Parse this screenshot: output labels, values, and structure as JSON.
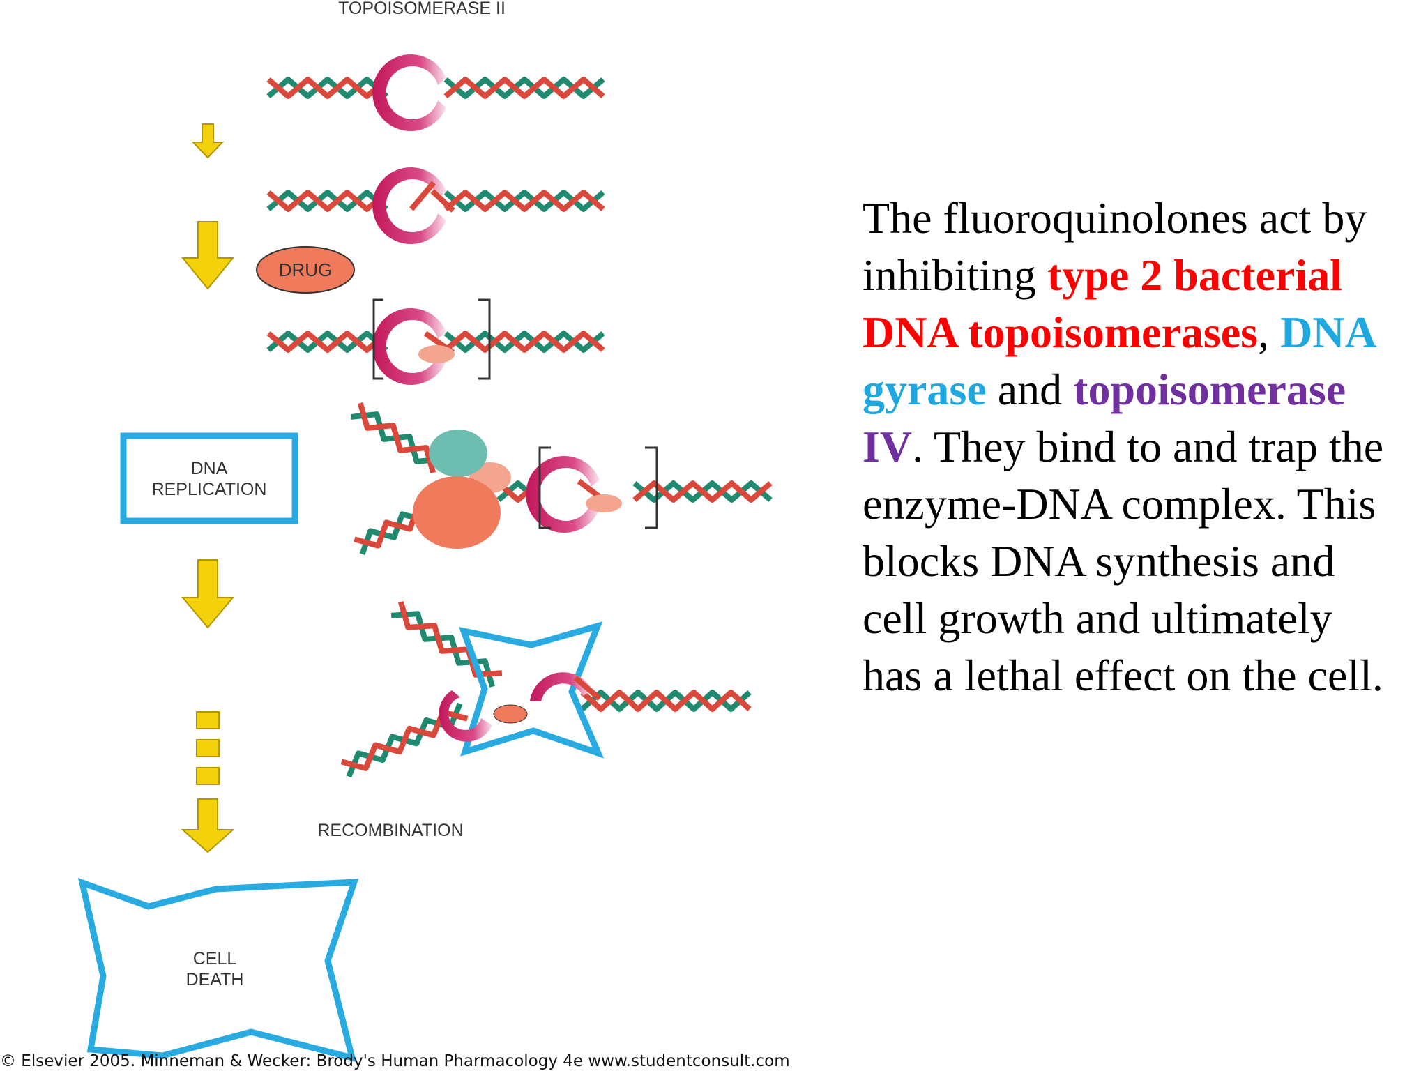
{
  "labels": {
    "top": "TOPOISOMERASE II",
    "drug": "DRUG",
    "dna_replication_line1": "DNA",
    "dna_replication_line2": "REPLICATION",
    "recombination": "RECOMBINATION",
    "cell_death_line1": "CELL",
    "cell_death_line2": "DEATH"
  },
  "caption": {
    "p1": "The fluoroquinolones act by inhibiting ",
    "h1": "type 2 bacterial DNA topoisomerases",
    "p2": ", ",
    "h2": "DNA gyrase",
    "p3": " and ",
    "h3": "topoisomerase IV",
    "p4": ". They bind to and trap the enzyme-DNA complex. This blocks DNA synthesis and cell growth and ultimately has a lethal effect on the cell."
  },
  "credit": "© Elsevier 2005. Minneman & Wecker: Brody's Human Pharmacology 4e www.studentconsult.com",
  "colors": {
    "strand_green": "#1f8a70",
    "strand_red": "#d9483b",
    "enzyme": "#c2185b",
    "drug": "#ef7a5c",
    "arrow": "#f4d20b",
    "frame_blue": "#29abe2",
    "highlight_red": "#ff0000",
    "highlight_blue": "#1fa7e0",
    "highlight_purple": "#7030a0",
    "replication_teal": "#6dbdb0"
  }
}
